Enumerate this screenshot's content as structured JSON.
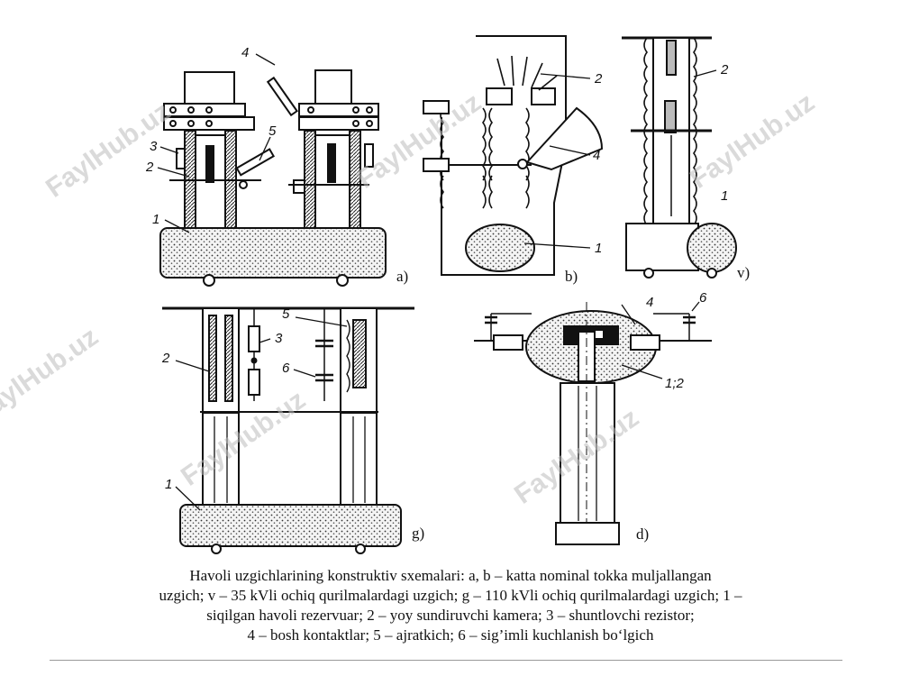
{
  "figure": {
    "panel_labels": {
      "a": "a)",
      "b": "b)",
      "v": "v)",
      "g": "g)",
      "d": "d)"
    },
    "callouts": {
      "a": [
        "1",
        "2",
        "3",
        "4",
        "5"
      ],
      "b": [
        "1",
        "2",
        "4"
      ],
      "v": [
        "1",
        "2"
      ],
      "g": [
        "1",
        "2",
        "3",
        "5",
        "6"
      ],
      "d": [
        "4",
        "6",
        "1;2"
      ]
    },
    "watermark": "FaylHub.uz"
  },
  "caption": {
    "lines": [
      "Havoli uzgichlarining konstruktiv sxemalari: a, b – katta nominal tokka muljallangan",
      "uzgich; v – 35 kVli ochiq qurilmalardagi uzgich; g – 110 kVli ochiq qurilmalardagi uzgich; 1 –",
      "siqilgan havoli rezervuar; 2 – yoy sundiruvchi kamera; 3 – shuntlovchi rezistor;",
      "4 – bosh kontaktlar; 5 – ajratkich; 6 – sig’imli kuchlanish bo‘lgich"
    ]
  },
  "colors": {
    "ink": "#111111",
    "watermark": "#bdbdbd",
    "background": "#ffffff"
  }
}
